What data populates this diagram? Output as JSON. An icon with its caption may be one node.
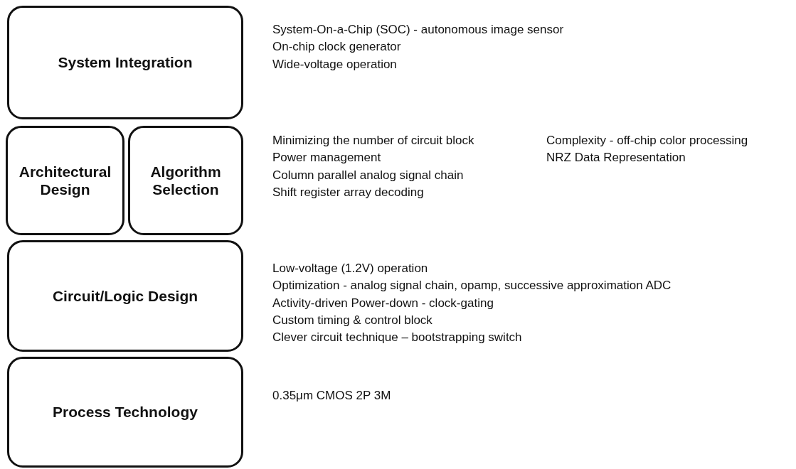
{
  "diagram": {
    "nodes": [
      {
        "text": [
          "System Integration"
        ],
        "beside": [
          "System-On-a-Chip (SOC) - autonomous image sensor",
          "On-chip clock generator",
          "Wide-voltage operation"
        ]
      },
      {
        "text": [
          "Architectural Design"
        ],
        "beside": [
          "Minimizing the number of circuit block",
          "Power management",
          "Column parallel analog signal chain",
          "Shift register array decoding"
        ]
      },
      {
        "text": [
          "Algorithm Selection"
        ],
        "beside": [
          "Complexity - off-chip color processing",
          "NRZ Data Representation"
        ]
      },
      {
        "text": [
          "Circuit/Logic Design"
        ],
        "beside": [
          "Low-voltage (1.2V) operation",
          "Optimization - analog signal chain, opamp, successive approximation ADC",
          "Activity-driven Power-down - clock-gating",
          "Custom timing & control block",
          "Clever circuit technique – bootstrapping switch"
        ]
      },
      {
        "text": [
          "Process Technology"
        ],
        "beside": [
          "0.35μm CMOS 2P 3M"
        ]
      }
    ]
  }
}
